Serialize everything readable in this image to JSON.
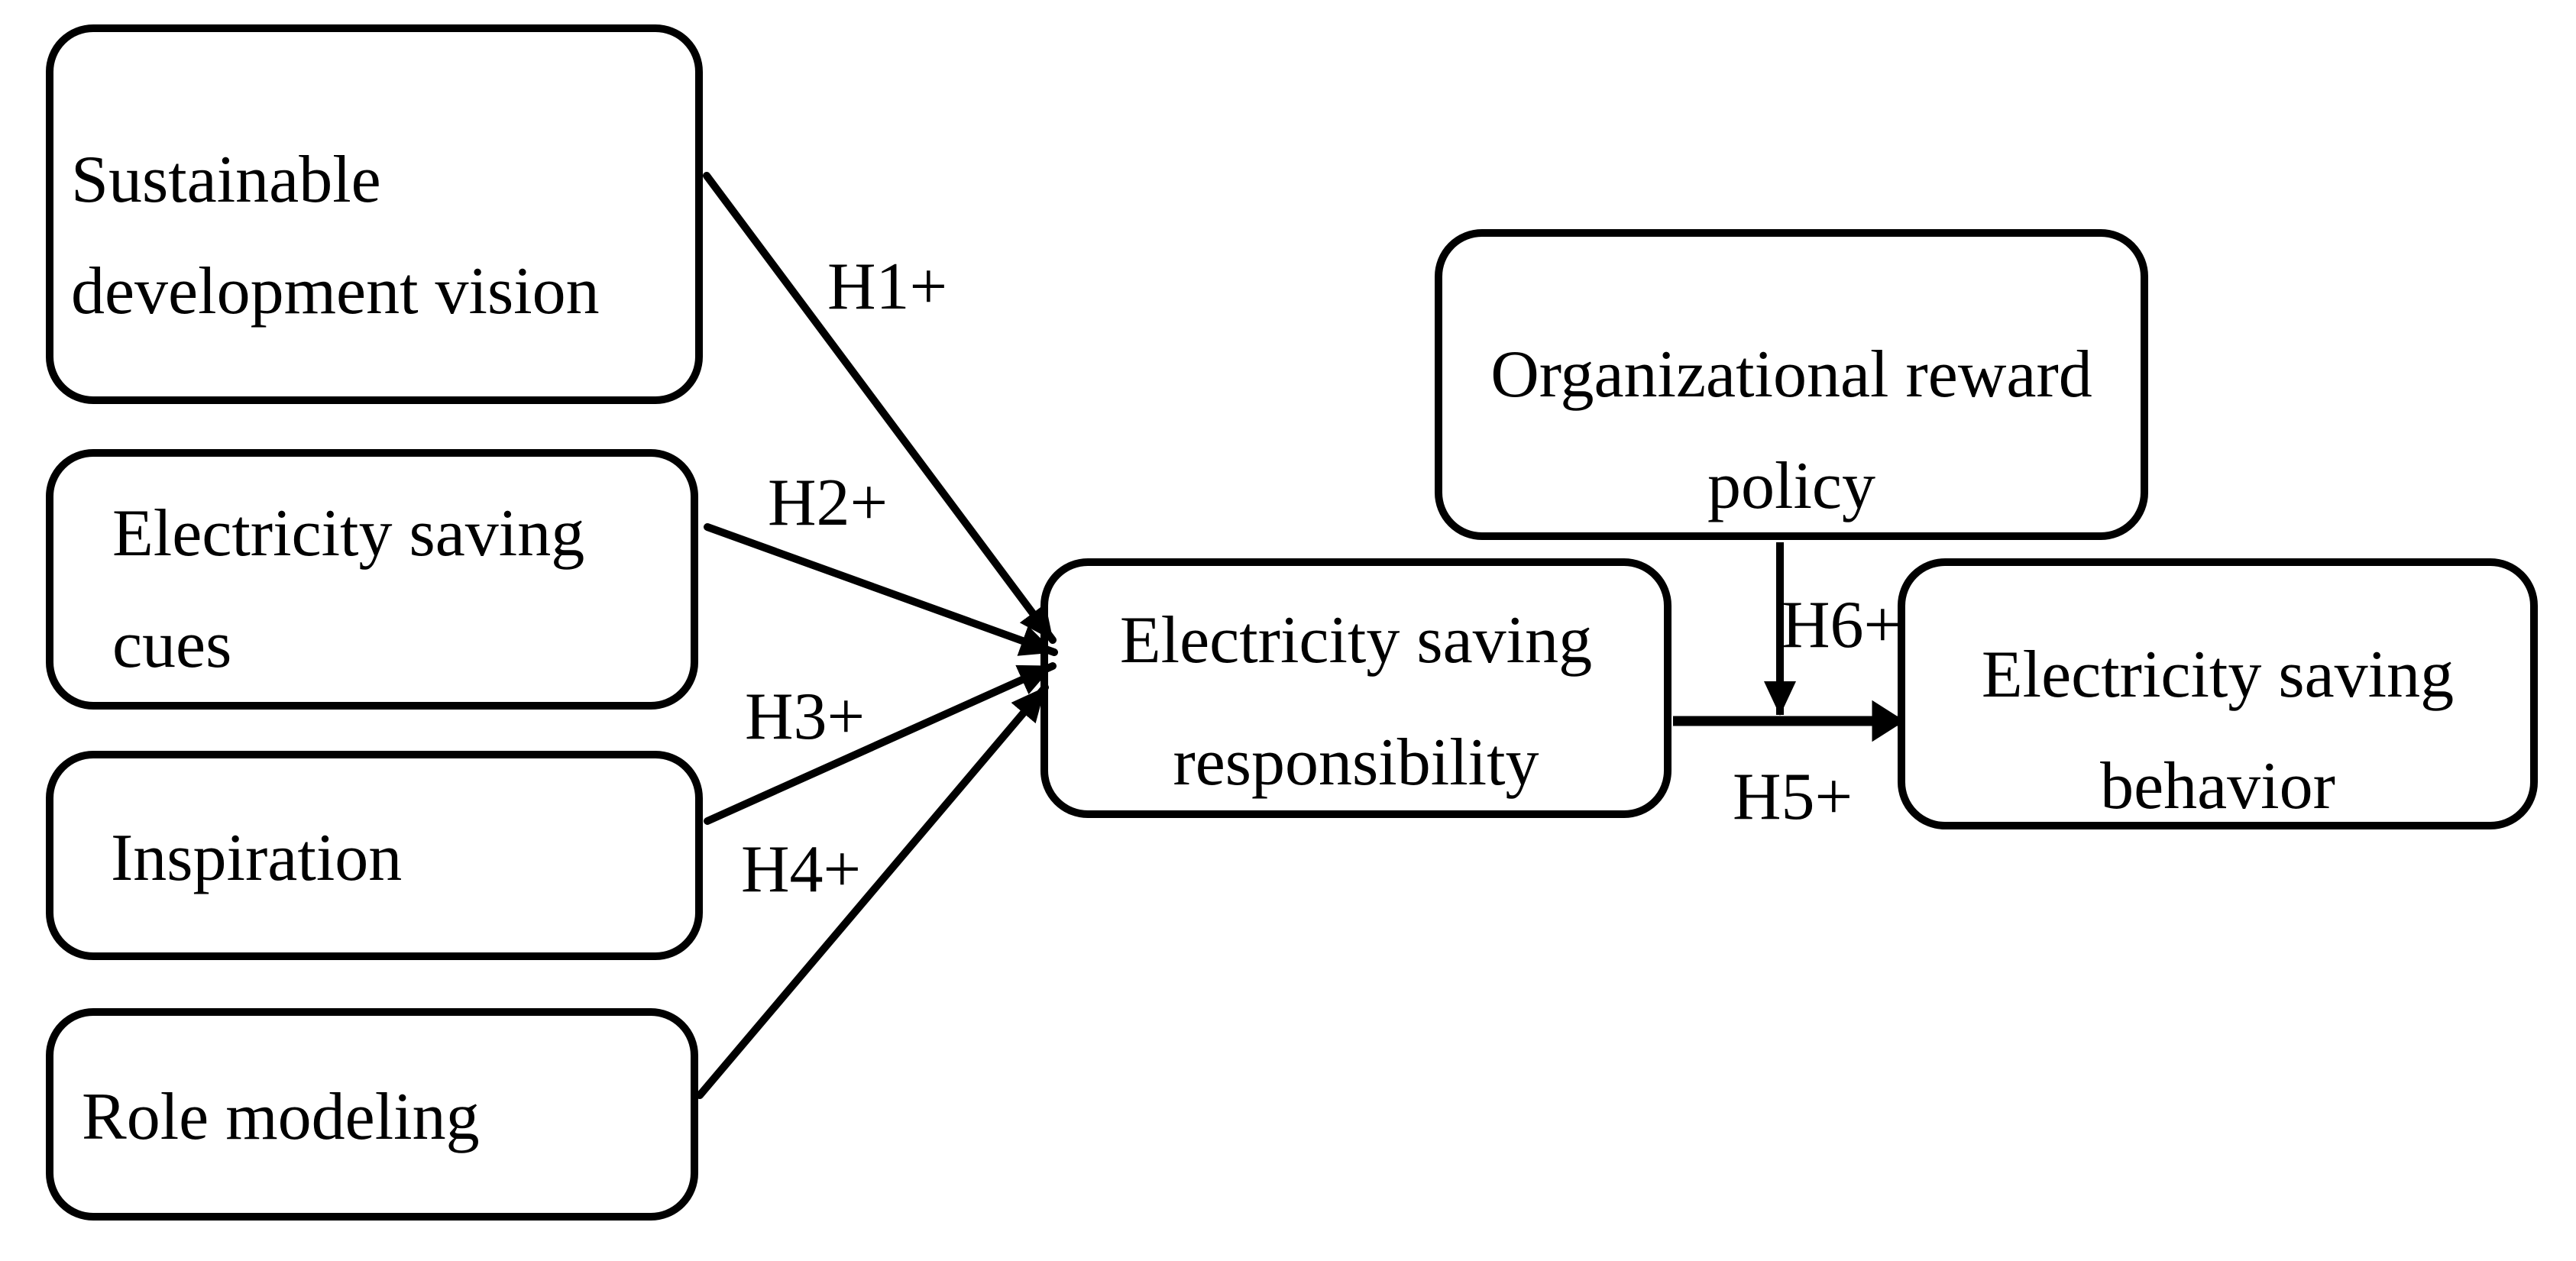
{
  "diagram": {
    "type": "path-model",
    "background_color": "#ffffff",
    "line_color": "#000000",
    "text_color": "#000000"
  },
  "nodes": {
    "sdv": {
      "label": "Sustainable development vision",
      "lines": [
        "Sustainable",
        "development vision"
      ]
    },
    "esc": {
      "label": "Electricity saving cues",
      "lines": [
        "Electricity saving",
        "cues"
      ]
    },
    "insp": {
      "label": "Inspiration",
      "lines": [
        "Inspiration"
      ]
    },
    "role": {
      "label": "Role modeling",
      "lines": [
        "Role modeling"
      ]
    },
    "esr": {
      "label": "Electricity saving responsibility",
      "lines": [
        "Electricity saving",
        "responsibility"
      ]
    },
    "orp": {
      "label": "Organizational reward policy",
      "lines": [
        "Organizational reward",
        "policy"
      ]
    },
    "esb": {
      "label": "Electricity saving behavior",
      "lines": [
        "Electricity saving",
        "behavior"
      ]
    }
  },
  "edges": [
    {
      "id": "H1",
      "label": "H1+",
      "from": "sdv",
      "to": "esr"
    },
    {
      "id": "H2",
      "label": "H2+",
      "from": "esc",
      "to": "esr"
    },
    {
      "id": "H3",
      "label": "H3+",
      "from": "insp",
      "to": "esr"
    },
    {
      "id": "H4",
      "label": "H4+",
      "from": "role",
      "to": "esr"
    },
    {
      "id": "H5",
      "label": "H5+",
      "from": "esr",
      "to": "esb"
    },
    {
      "id": "H6",
      "label": "H6+",
      "from": "orp",
      "to": "h5_path"
    }
  ]
}
